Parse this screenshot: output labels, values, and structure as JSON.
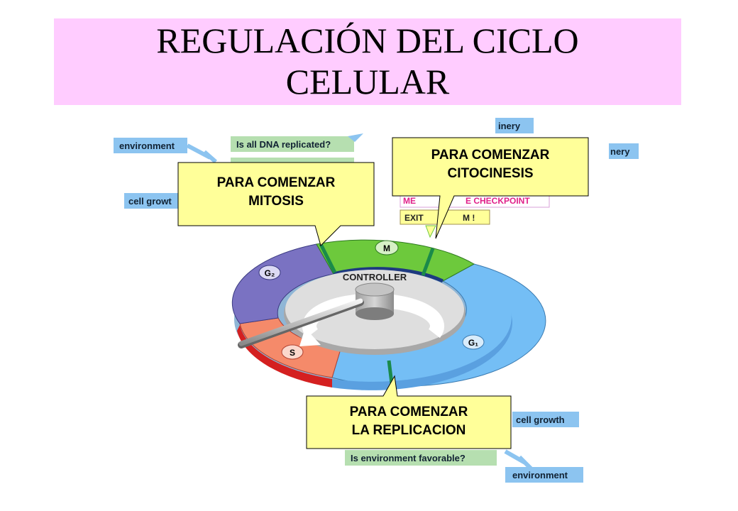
{
  "slide": {
    "title_line1": "REGULACIÓN DEL CICLO",
    "title_line2": "CELULAR"
  },
  "diagram": {
    "phases": {
      "m": "M",
      "g2": "G₂",
      "s": "S",
      "g1": "G₁"
    },
    "controller_label": "CONTROLLER",
    "side_labels": {
      "environment_top": "environment",
      "cell_growth_top": "cell growt",
      "machinery_1": "inery",
      "machinery_2": "nery",
      "cell_growth_bottom": "cell growth",
      "environment_bottom": "environment"
    },
    "questions": {
      "dna_replicated": "Is all DNA replicated?",
      "environment_favorable": "Is environment favorable?"
    },
    "checkpoint_fragments": {
      "metaphase_left": "ME",
      "metaphase_right": "E CHECKPOINT",
      "exit_left": "EXIT",
      "exit_right": "M !"
    },
    "colors": {
      "m_phase": "#6dc93c",
      "g1_phase": "#74bef5",
      "s_phase": "#f58a6a",
      "g2_phase": "#7a72c2",
      "checkpoint_mark": "#1a8a4a",
      "callout_fill": "#ffff99",
      "title_band": "#ffccff",
      "question_box": "#b6dfb0",
      "side_label_box": "#8cc4f0"
    }
  },
  "callouts": {
    "mitosis": {
      "line1": "PARA COMENZAR",
      "line2": "MITOSIS"
    },
    "citocinesis": {
      "line1": "PARA COMENZAR",
      "line2": "CITOCINESIS"
    },
    "replicacion": {
      "line1": "PARA COMENZAR",
      "line2": "LA REPLICACION"
    }
  }
}
